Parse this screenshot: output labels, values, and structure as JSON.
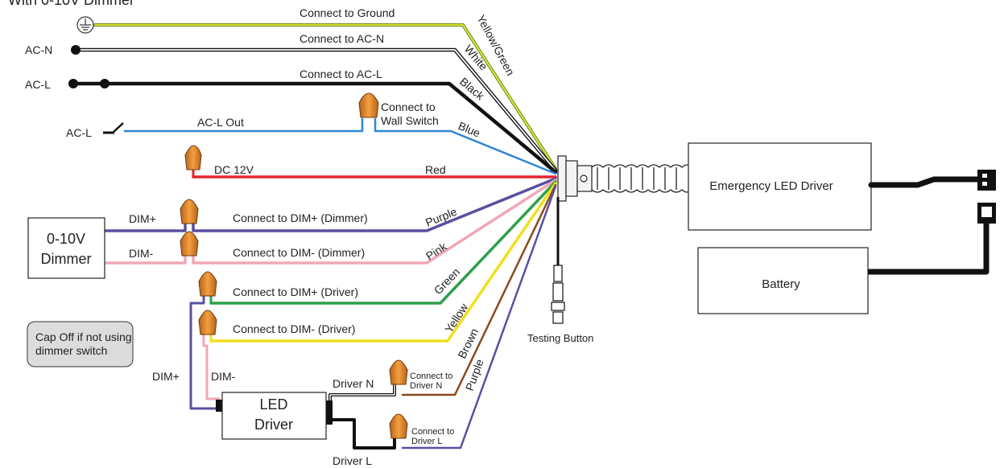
{
  "title_fragment": "With 0-10V Dimmer",
  "sources": {
    "ac_n": "AC-N",
    "ac_l": "AC-L",
    "ac_l_switch": "AC-L"
  },
  "wire_labels": {
    "ground": "Connect to Ground",
    "ac_n": "Connect to AC-N",
    "ac_l": "Connect to AC-L",
    "ac_l_out": "AC-L Out",
    "wall_switch_line1": "Connect to",
    "wall_switch_line2": "Wall Switch",
    "dc12": "DC 12V",
    "dim_plus_dimmer": "Connect to DIM+ (Dimmer)",
    "dim_minus_dimmer": "Connect to DIM- (Dimmer)",
    "dim_plus_driver": "Connect to DIM+ (Driver)",
    "dim_minus_driver": "Connect to DIM- (Driver)",
    "driver_n_connect_1": "Connect to",
    "driver_n_connect_2": "Driver N",
    "driver_l_connect_1": "Connect to",
    "driver_l_connect_2": "Driver L"
  },
  "wire_colors": {
    "yellow_green": "Yellow/Green",
    "white": "White",
    "black": "Black",
    "blue": "Blue",
    "red": "Red",
    "purple": "Purple",
    "pink": "Pink",
    "green": "Green",
    "yellow": "Yellow",
    "brown": "Brown",
    "purple2": "Purple"
  },
  "dimmer": {
    "line1": "0-10V",
    "line2": "Dimmer",
    "dim_plus": "DIM+",
    "dim_minus": "DIM-"
  },
  "cap_note": {
    "line1": "Cap Off if not using",
    "line2": "dimmer switch"
  },
  "led_driver": {
    "line1": "LED",
    "line2": "Driver",
    "dim_plus": "DIM+",
    "dim_minus": "DIM-",
    "driver_n": "Driver N",
    "driver_l": "Driver L"
  },
  "emergency_driver": "Emergency LED Driver",
  "battery": "Battery",
  "testing_button": "Testing Button",
  "colors": {
    "ground": "#c9dc3a",
    "blue": "#2f86d6",
    "red": "#e3262f",
    "purple": "#5a4fa0",
    "pink": "#f2a7b6",
    "green": "#2ea04a",
    "yellow": "#f0e01c",
    "brown": "#8a4a1e",
    "nut": "#e58a25",
    "cap_bg": "#dcdcdc"
  }
}
